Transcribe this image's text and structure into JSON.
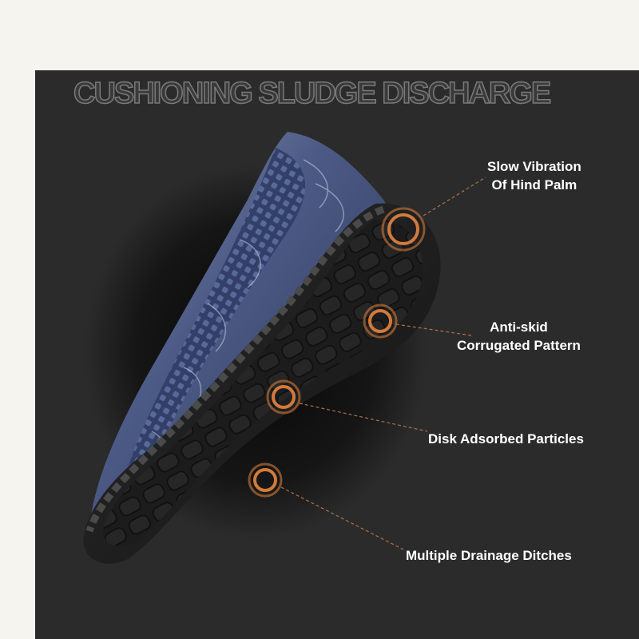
{
  "headline": "CUSHIONING SLUDGE DISCHARGE",
  "colors": {
    "background_top": "#f6f4ef",
    "panel": "#2b2b2b",
    "sole": "#1e1e1e",
    "upper_blue": "#3b4a78",
    "callout_ring": "#d27a3b",
    "callout_text": "#ffffff"
  },
  "callouts": [
    {
      "line1": "Slow Vibration",
      "line2": "Of Hind Palm"
    },
    {
      "line1": "Anti-skid",
      "line2": "Corrugated Pattern"
    },
    {
      "line1": "Disk Adsorbed Particles",
      "line2": ""
    },
    {
      "line1": "Multiple Drainage Ditches",
      "line2": ""
    }
  ],
  "product": {
    "icon": "shoe-sole-photo"
  }
}
